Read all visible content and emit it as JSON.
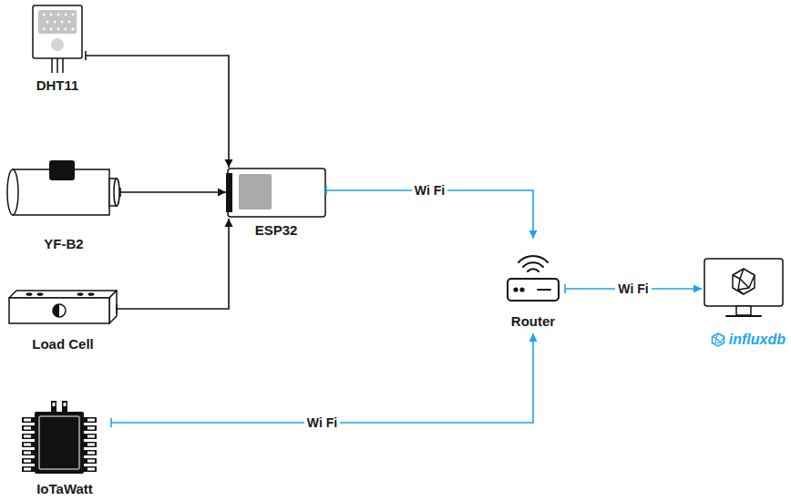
{
  "diagram": {
    "nodes": [
      {
        "text": [
          "DHT11"
        ]
      },
      {
        "text": [
          "YF-B2"
        ]
      },
      {
        "text": [
          "ESP32"
        ]
      },
      {
        "text": [
          "Load Cell"
        ]
      },
      {
        "text": [
          "Router"
        ]
      },
      {
        "text": [
          "influxdb"
        ]
      },
      {
        "text": [
          "IoTaWatt"
        ]
      }
    ],
    "edges": [
      {
        "from": 0,
        "to": 2,
        "arrow": "to"
      },
      {
        "from": 1,
        "to": 2,
        "arrow": "to"
      },
      {
        "from": 3,
        "to": 2,
        "arrow": "to"
      },
      {
        "from": 2,
        "to": 4,
        "label": "Wi Fi",
        "arrow": "to"
      },
      {
        "from": 6,
        "to": 4,
        "label": "Wi Fi",
        "arrow": "to"
      },
      {
        "from": 4,
        "to": 5,
        "label": "Wi Fi",
        "arrow": "to"
      }
    ]
  }
}
